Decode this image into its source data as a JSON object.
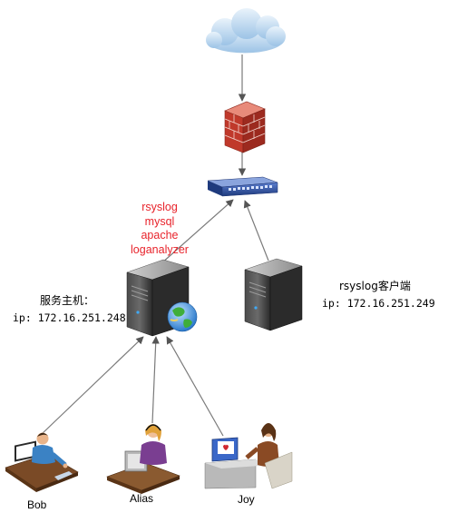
{
  "services": {
    "line1": "rsyslog",
    "line2": "mysql",
    "line3": "apache",
    "line4": "loganalyzer"
  },
  "server_host": {
    "name": "服务主机：",
    "ip": "ip: 172.16.251.248"
  },
  "client_host": {
    "name": "rsyslog客户端",
    "ip": "ip: 172.16.251.249"
  },
  "users": {
    "bob": "Bob",
    "alias": "Alias",
    "joy": "Joy"
  },
  "colors": {
    "services_text": "#e8232b",
    "connector": "#808080",
    "cloud": "#b9d6ee",
    "firewall": "#c0392b",
    "switch": "#2d4d96",
    "server": "#3a3a3a"
  },
  "icons": [
    "cloud-icon",
    "firewall-icon",
    "network-switch-icon",
    "server-icon",
    "globe-icon",
    "person-at-desk-icon",
    "person-with-headset-icon",
    "person-at-computer-icon"
  ]
}
